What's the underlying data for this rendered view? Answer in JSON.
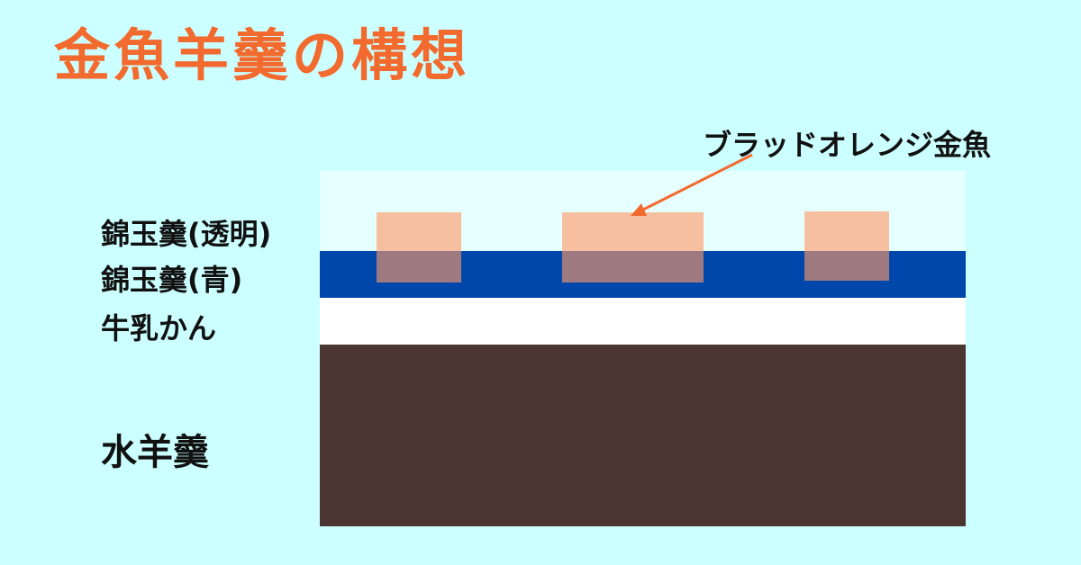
{
  "title": "金魚羊羹の構想",
  "callout": {
    "label": "ブラッドオレンジ金魚"
  },
  "layers": [
    {
      "label": "錦玉羹(透明)",
      "color": "#e6ffff"
    },
    {
      "label": "錦玉羹(青)",
      "color": "#0047ab"
    },
    {
      "label": "牛乳かん",
      "color": "#ffffff"
    },
    {
      "label": "水羊羹",
      "color": "#4a3530"
    }
  ],
  "colors": {
    "background": "#ccffff",
    "title": "#f26a2e",
    "goldfish": "#ff9966",
    "arrow": "#f26a2e"
  }
}
